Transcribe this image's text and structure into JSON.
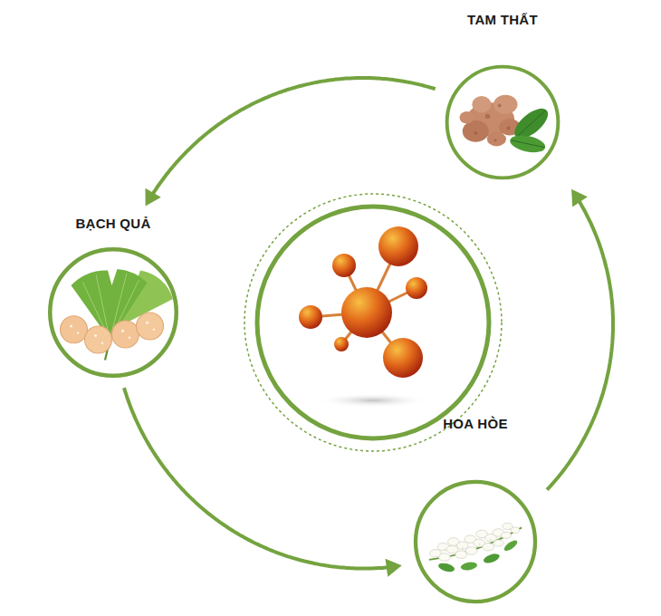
{
  "diagram": {
    "nodes": [
      {
        "text": [
          "TAM THẤT"
        ]
      },
      {
        "text": [
          "BẠCH QUẢ"
        ]
      },
      {
        "text": [
          "HOA HÒE"
        ]
      }
    ],
    "edges": [
      {
        "from": 0,
        "to": 1,
        "arrow": "to"
      },
      {
        "from": 1,
        "to": 2,
        "arrow": "to"
      },
      {
        "from": 2,
        "to": 0,
        "arrow": "to"
      }
    ]
  }
}
